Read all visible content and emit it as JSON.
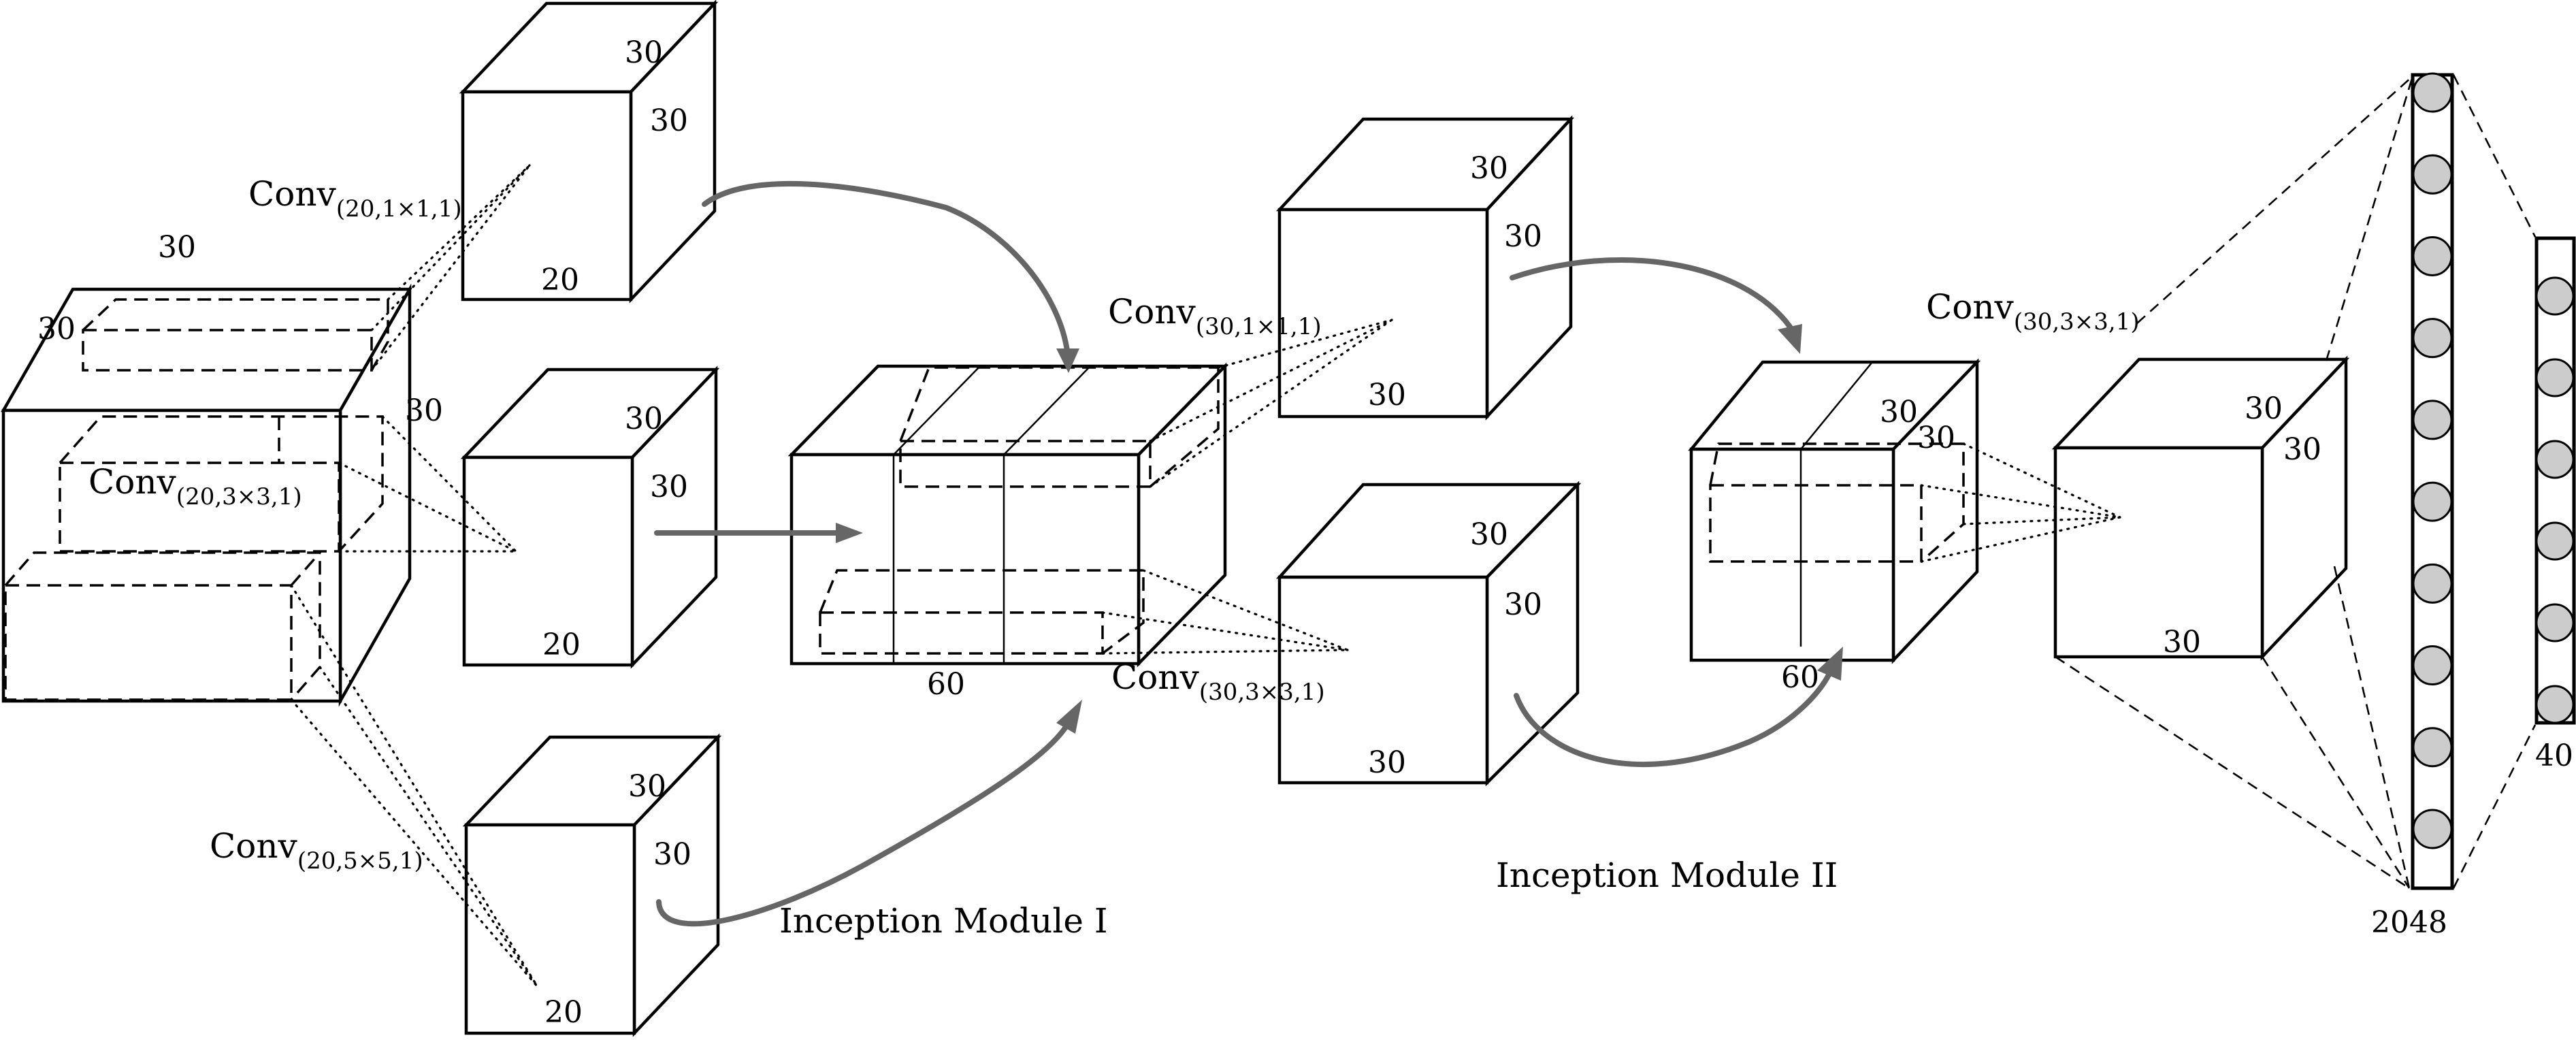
{
  "labels": {
    "input_top": "30",
    "input_left": "30",
    "input_right": "30",
    "b1_top": "30",
    "b1_right": "30",
    "b1_bottom": "20",
    "b2_top": "30",
    "b2_right": "30",
    "b2_bottom": "20",
    "b3_top": "30",
    "b3_right": "30",
    "b3_bottom": "20",
    "concat1_bottom": "60",
    "m2a_top": "30",
    "m2a_right": "30",
    "m2a_bottom": "30",
    "m2b_top": "30",
    "m2b_right": "30",
    "m2b_bottom": "30",
    "concat2_top": "30",
    "concat2_right": "30",
    "concat2_bottom": "60",
    "final_top": "30",
    "final_right": "30",
    "final_bottom": "30",
    "fc1": "2048",
    "fc2": "40"
  },
  "convs": {
    "c1": {
      "base": "Conv",
      "sub": "(20,1×1,1)"
    },
    "c2": {
      "base": "Conv",
      "sub": "(20,3×3,1)"
    },
    "c3": {
      "base": "Conv",
      "sub": "(20,5×5,1)"
    },
    "c4": {
      "base": "Conv",
      "sub": "(30,1×1,1)"
    },
    "c5": {
      "base": "Conv",
      "sub": "(30,3×3,1)"
    },
    "c6": {
      "base": "Conv",
      "sub": "(30,3×3,1)"
    }
  },
  "modules": {
    "m1": "Inception Module I",
    "m2": "Inception Module II"
  },
  "colors": {
    "arrow": "#666666",
    "neuron": "#cccccc"
  },
  "fc": {
    "layer1_neurons": 10,
    "layer2_neurons": 6
  }
}
